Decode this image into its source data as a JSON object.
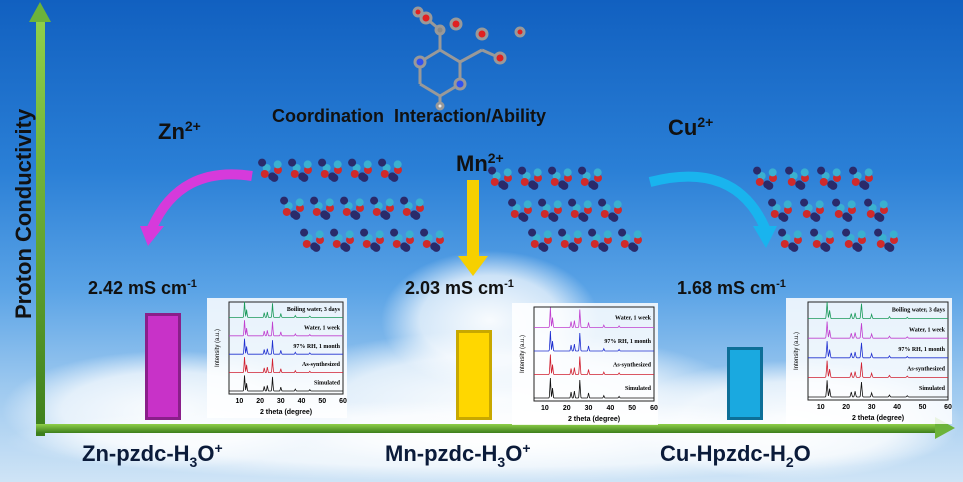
{
  "axes": {
    "y_label": "Proton Conductivity",
    "axis_color": "#5a9e2a"
  },
  "header": {
    "coordination_label": "Coordination  Interaction/Ability"
  },
  "ions": [
    {
      "symbol": "Zn",
      "charge": "2+",
      "arrow_color": "#d63adb"
    },
    {
      "symbol": "Mn",
      "charge": "2+",
      "arrow_color": "#f6d000"
    },
    {
      "symbol": "Cu",
      "charge": "2+",
      "arrow_color": "#19b4ee"
    }
  ],
  "materials": [
    {
      "name_a": "Zn-pzdc-H",
      "sub": "3",
      "name_b": "O",
      "sup": "+",
      "conductivity": "2.42 mS cm",
      "exp": "-1",
      "conductivity_value": 2.42,
      "bar_color": "#c832c8"
    },
    {
      "name_a": "Mn-pzdc-H",
      "sub": "3",
      "name_b": "O",
      "sup": "+",
      "conductivity": "2.03 mS cm",
      "exp": "-1",
      "conductivity_value": 2.03,
      "bar_color": "#ffd700"
    },
    {
      "name_a": "Cu-Hpzdc-H",
      "sub": "2",
      "name_b": "O",
      "sup": "",
      "conductivity": "1.68 mS cm",
      "exp": "-1",
      "conductivity_value": 1.68,
      "bar_color": "#1aa9e0"
    }
  ],
  "xrd_panels": [
    {
      "ylabel": "Intensity (a.u.)",
      "xlabel": "2 theta (degree)",
      "ticks": [
        "10",
        "20",
        "30",
        "40",
        "50",
        "60"
      ],
      "traces": [
        {
          "label": "Boiling water, 3 days",
          "color": "#1a9a5a"
        },
        {
          "label": "Water, 1 week",
          "color": "#c040d0"
        },
        {
          "label": "97% RH, 1 month",
          "color": "#2030d0"
        },
        {
          "label": "As-synthesized",
          "color": "#d02030"
        },
        {
          "label": "Simulated",
          "color": "#111111"
        }
      ]
    },
    {
      "ylabel": "Intensity (a.u.)",
      "xlabel": "2 theta (degree)",
      "ticks": [
        "10",
        "20",
        "30",
        "40",
        "50",
        "60"
      ],
      "traces": [
        {
          "label": "Water, 1 week",
          "color": "#c040d0"
        },
        {
          "label": "97% RH, 1 month",
          "color": "#2030d0"
        },
        {
          "label": "As-synthesized",
          "color": "#d02030"
        },
        {
          "label": "Simulated",
          "color": "#111111"
        }
      ]
    },
    {
      "ylabel": "Intensity (a.u.)",
      "xlabel": "2 theta (degree)",
      "ticks": [
        "10",
        "20",
        "30",
        "40",
        "50",
        "60"
      ],
      "traces": [
        {
          "label": "Boiling water, 3 days",
          "color": "#1a9a5a"
        },
        {
          "label": "Water, 1 week",
          "color": "#c040d0"
        },
        {
          "label": "97% RH, 1 month",
          "color": "#2030d0"
        },
        {
          "label": "As-synthesized",
          "color": "#d02030"
        },
        {
          "label": "Simulated",
          "color": "#111111"
        }
      ]
    }
  ]
}
